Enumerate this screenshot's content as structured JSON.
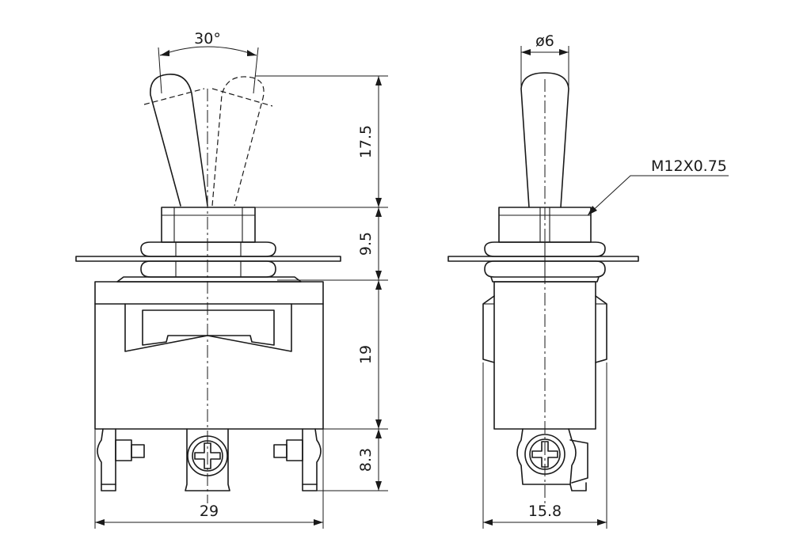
{
  "front_view": {
    "angle_label": "30°",
    "lever_height_label": "17.5",
    "bushing_height_label": "9.5",
    "body_height_label": "19",
    "terminal_height_label": "8.3",
    "width_label": "29"
  },
  "side_view": {
    "lever_diameter_label": "ø6",
    "thread_label": "M12X0.75",
    "width_label": "15.8"
  }
}
